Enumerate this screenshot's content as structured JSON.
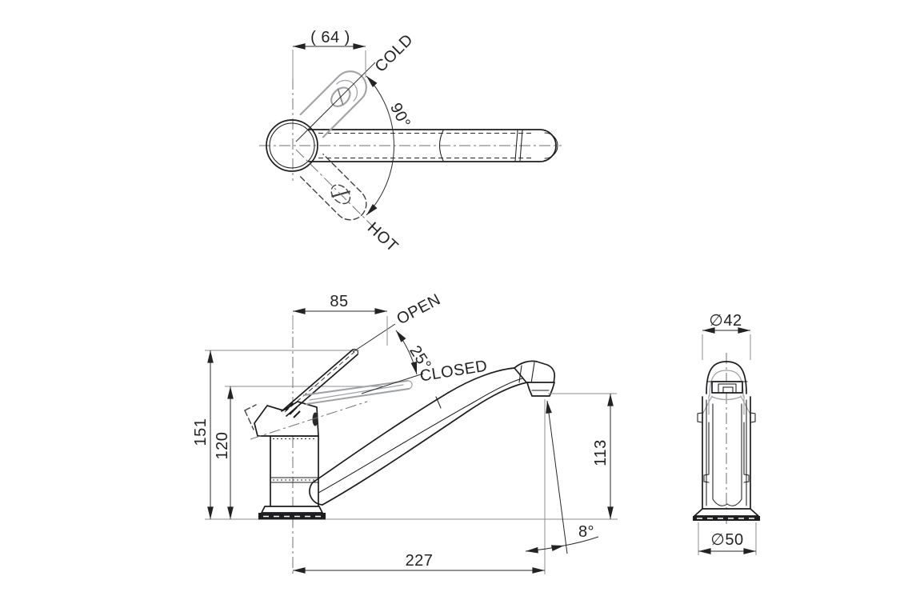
{
  "drawing": {
    "plan": {
      "dim64": "( 64 )",
      "angle90": "90°",
      "cold": "COLD",
      "hot": "HOT"
    },
    "front": {
      "dim85": "85",
      "open": "OPEN",
      "angle25": "25°",
      "closed": "CLOSED",
      "dim151": "151",
      "dim120": "120",
      "dim113": "113",
      "dim227": "227",
      "angle8": "8°"
    },
    "end": {
      "dia42": "∅42",
      "dia50": "∅50"
    },
    "colors": {
      "object_line": "#1d1d1f",
      "phantom_line": "#a0a3a6",
      "extension_line": "#8c8e90",
      "dimension_text": "#232325",
      "background": "#ffffff"
    }
  }
}
